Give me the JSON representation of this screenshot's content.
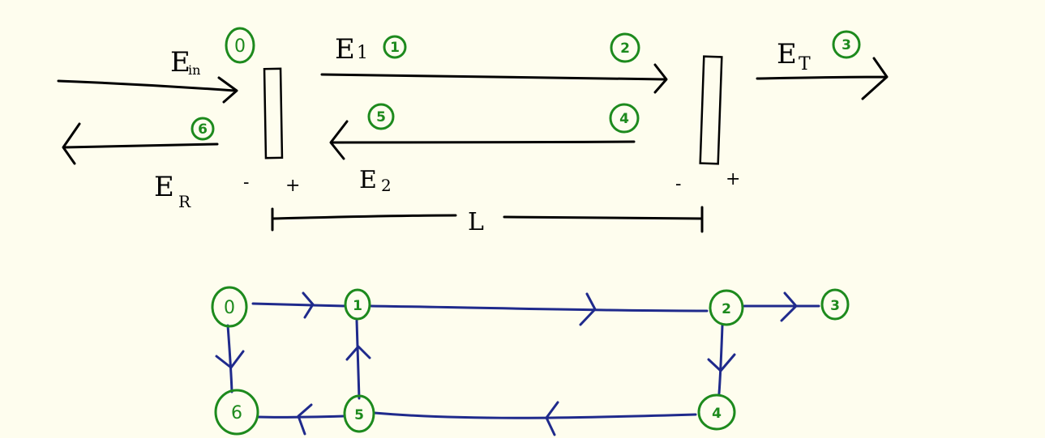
{
  "colors": {
    "background": "#fefdee",
    "ink": "#000000",
    "nodes": "#1d8a1d",
    "graph_lines": "#1f2a8c"
  },
  "fields": {
    "E_in": {
      "main": "E",
      "sub": "in"
    },
    "E_1": {
      "main": "E",
      "sub": "1"
    },
    "E_2": {
      "main": "E",
      "sub": "2"
    },
    "E_T": {
      "main": "E",
      "sub": "T"
    },
    "E_R": {
      "main": "E",
      "sub": "R"
    }
  },
  "mirror_signs": {
    "minus": "-",
    "plus": "+"
  },
  "length_label": "L",
  "nodes": [
    "0",
    "1",
    "2",
    "3",
    "4",
    "5",
    "6"
  ]
}
